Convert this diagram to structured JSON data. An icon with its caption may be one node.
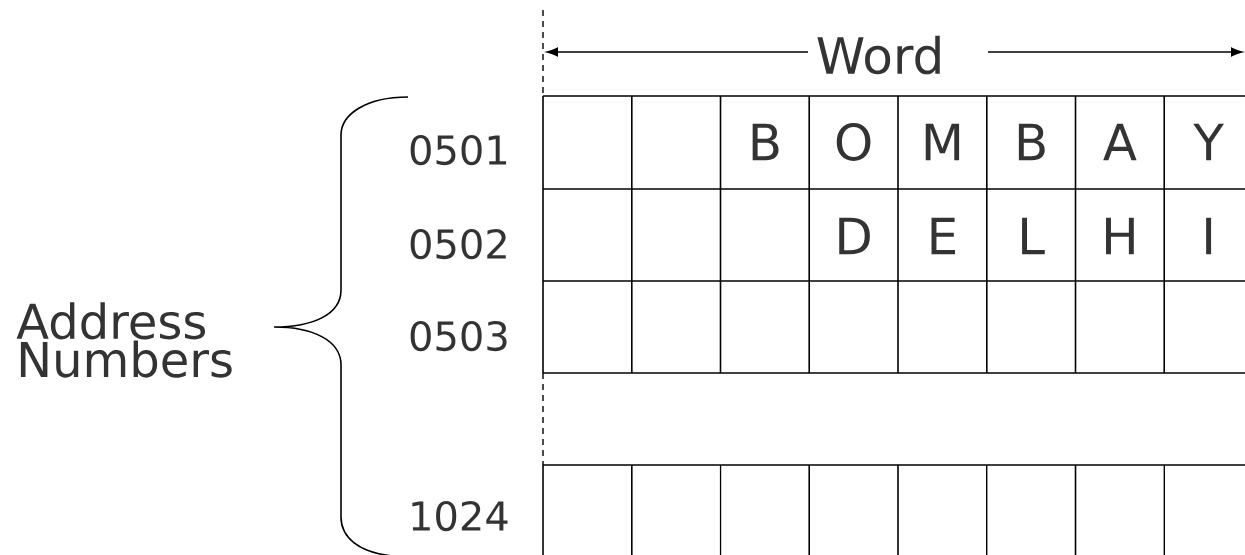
{
  "diagram": {
    "labels": [
      "Word",
      "0501",
      "B",
      "O",
      "M",
      "B",
      "A",
      "Y",
      "0502",
      "D",
      "E",
      "L",
      "H",
      "I",
      "Address Numbers",
      "0503",
      "1024"
    ]
  }
}
